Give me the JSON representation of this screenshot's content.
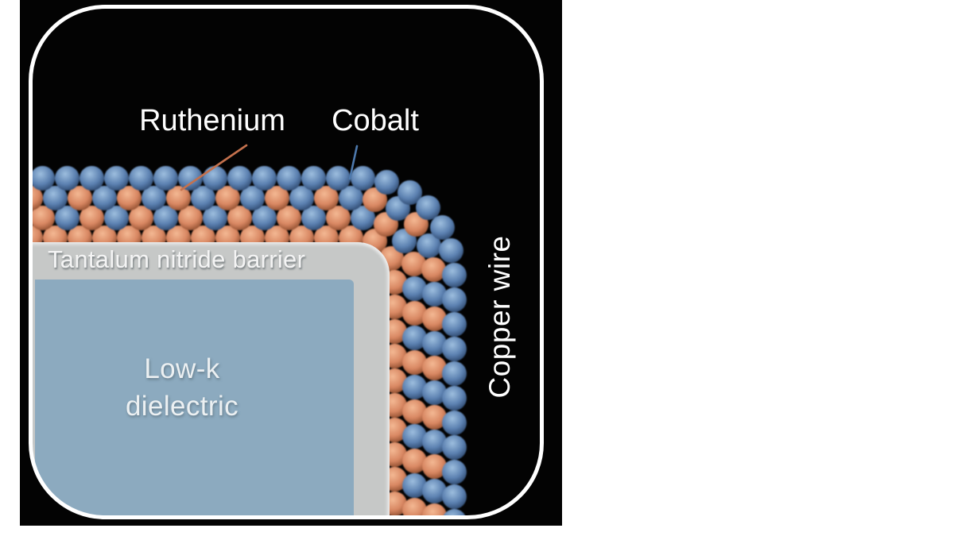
{
  "figure": {
    "annotations": {
      "ruthenium_label": "Ruthenium",
      "cobalt_label": "Cobalt",
      "barrier_label": "Tantalum nitride barrier",
      "dielectric_label_line1": "Low-k",
      "dielectric_label_line2": "dielectric",
      "copper_label": "Copper wire"
    },
    "colors": {
      "background": "#030303",
      "frame_border": "#ffffff",
      "barrier_fill": "#c6c8c7",
      "dielectric_fill": "#8caabf",
      "label_text": "#ffffff",
      "ruthenium_leader": "#c4714d",
      "cobalt_leader": "#4d79ad",
      "ruthenium_atom": {
        "highlight": "#f3b893",
        "base": "#d88762",
        "shadow": "#6e3418"
      },
      "cobalt_atom": {
        "highlight": "#9dbede",
        "base": "#5b80b0",
        "shadow": "#192f50"
      }
    },
    "lattice": {
      "shells": [
        {
          "position": "innermost",
          "pattern": [
            "ruthenium"
          ]
        },
        {
          "position": "middle-inner",
          "pattern": [
            "ruthenium",
            "cobalt"
          ]
        },
        {
          "position": "middle-outer",
          "pattern": [
            "ruthenium",
            "cobalt"
          ]
        },
        {
          "position": "outermost",
          "pattern": [
            "cobalt"
          ]
        }
      ]
    }
  }
}
